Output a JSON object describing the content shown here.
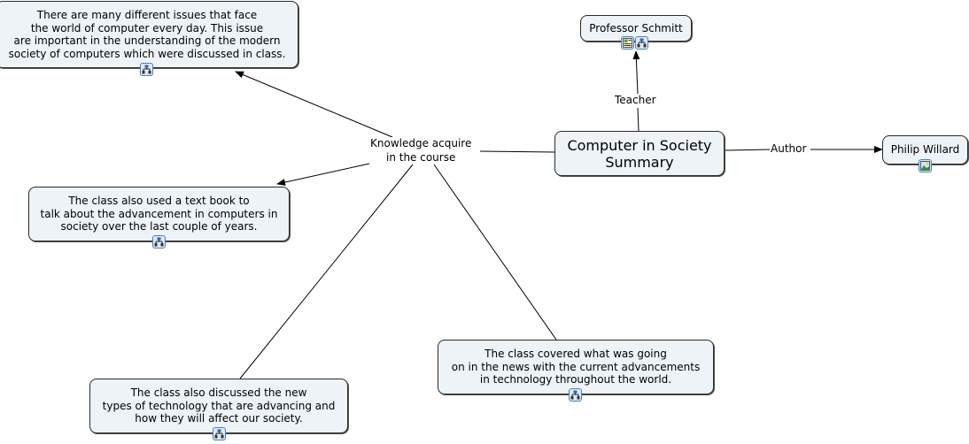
{
  "map": {
    "nodes": {
      "main": {
        "text": "Computer in Society\nSummary"
      },
      "professor": {
        "text": "Professor Schmitt",
        "icons": [
          "image-document-icon",
          "concept-map-icon"
        ]
      },
      "author_node": {
        "text": "Philip Willard",
        "icons": [
          "image-icon"
        ]
      },
      "issues": {
        "text": "There are many different issues that face\nthe world of computer every day. This issue\nare important in the understanding of the modern\nsociety of computers which were discussed in class.",
        "icons": [
          "concept-map-icon"
        ]
      },
      "textbook": {
        "text": "The class also used a text book to\ntalk about the advancement in computers in\nsociety over the last couple of years.",
        "icons": [
          "concept-map-icon"
        ]
      },
      "technology": {
        "text": "The class also discussed the new\ntypes of technology that are advancing and\nhow they will affect our society.",
        "icons": [
          "concept-map-icon"
        ]
      },
      "news": {
        "text": "The class covered what was going\non in the news with the current advancements\nin technology throughout the world.",
        "icons": [
          "concept-map-icon"
        ]
      }
    },
    "linking_phrases": {
      "teacher": "Teacher",
      "author": "Author",
      "knowledge": "Knowledge acquire\nin the course"
    },
    "connections": [
      {
        "from": "main",
        "via": "teacher",
        "to": "professor",
        "arrow": true
      },
      {
        "from": "main",
        "via": "author",
        "to": "author_node",
        "arrow": true
      },
      {
        "from": "main",
        "via": "knowledge",
        "to": "issues",
        "arrow": true
      },
      {
        "from": "main",
        "via": "knowledge",
        "to": "textbook",
        "arrow": true
      },
      {
        "from": "main",
        "via": "knowledge",
        "to": "technology",
        "arrow": false
      },
      {
        "from": "main",
        "via": "knowledge",
        "to": "news",
        "arrow": false
      }
    ]
  }
}
